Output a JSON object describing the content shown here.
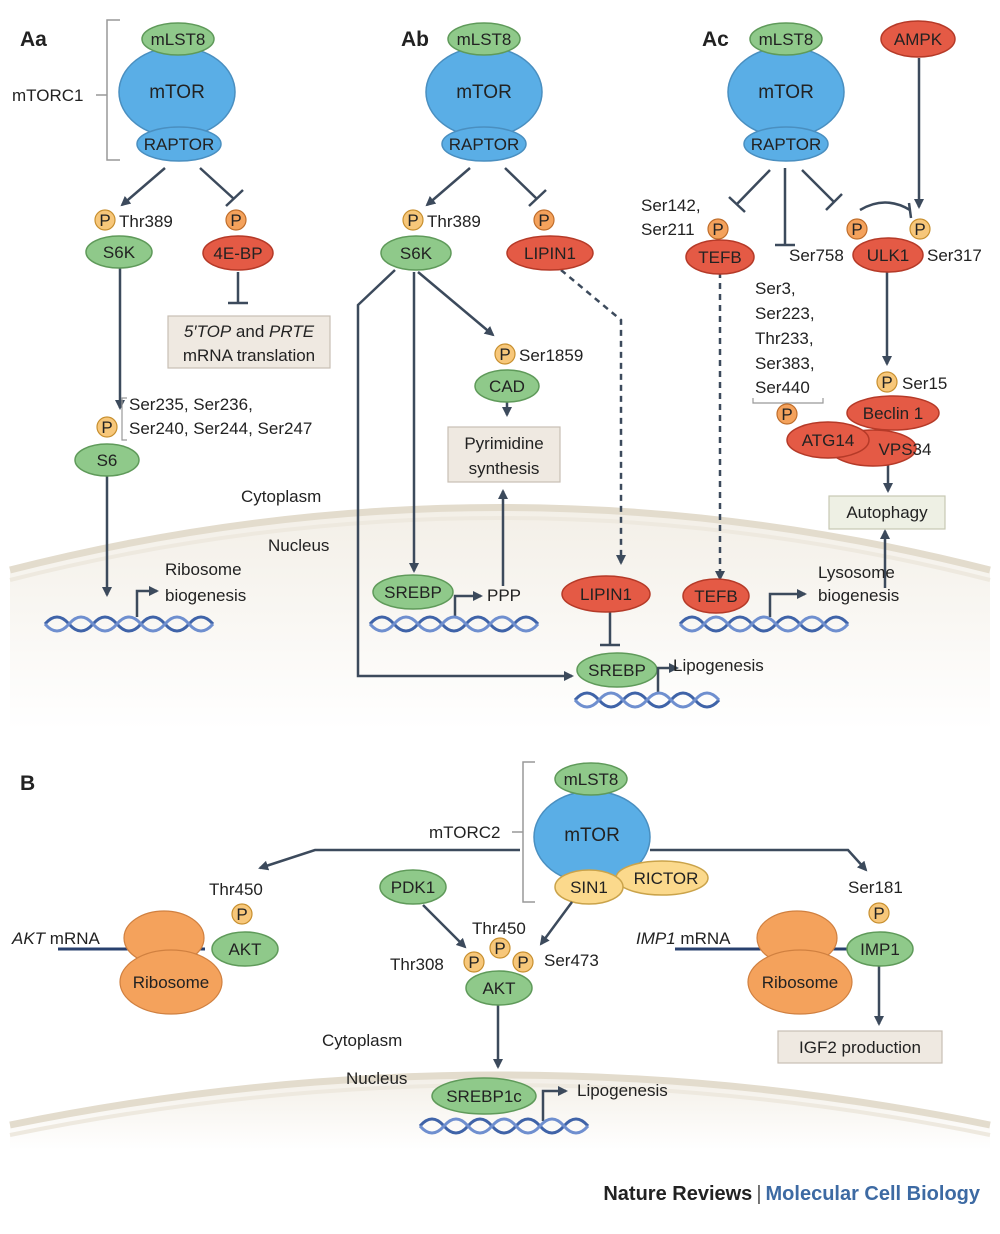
{
  "colors": {
    "mtor": "#5aaee6",
    "mlst8": "#8fc98a",
    "raptor": "#5aaee6",
    "red_node": "#e45a45",
    "green_node": "#8fc98a",
    "phospho": "#f7c77a",
    "sin1": "#fbd98c",
    "ribosome": "#f4a25c",
    "membrane": "#ece6da",
    "dna": "#3f63a8",
    "box": "#efe9e1",
    "footer_journal": "#222222",
    "footer_section": "#3d6aa3"
  },
  "panels": {
    "Aa": "Aa",
    "Ab": "Ab",
    "Ac": "Ac",
    "B": "B"
  },
  "complex": {
    "mtorc1": "mTORC1",
    "mtorc2": "mTORC2",
    "mlst8": "mLST8",
    "mtor": "mTOR",
    "raptor": "RAPTOR",
    "sin1": "SIN1",
    "rictor": "RICTOR"
  },
  "p": "P",
  "aa": {
    "thr389": "Thr389",
    "s6k": "S6K",
    "four_ebp": "4E-BP",
    "top_italic": "5′TOP",
    "and_word": " and ",
    "prte_italic": "PRTE",
    "mrna_translation": "mRNA translation",
    "s6_sites_line1": "Ser235, Ser236,",
    "s6_sites_line2": "Ser240, Ser244, Ser247",
    "s6": "S6",
    "cytoplasm": "Cytoplasm",
    "nucleus": "Nucleus",
    "ribosome": "Ribosome",
    "biogenesis": "biogenesis"
  },
  "ab": {
    "thr389": "Thr389",
    "s6k": "S6K",
    "lipin1": "LIPIN1",
    "ser1859": "Ser1859",
    "cad": "CAD",
    "pyrimidine": "Pyrimidine",
    "synthesis": "synthesis",
    "srebp": "SREBP",
    "ppp": "PPP",
    "lipin1_nuc": "LIPIN1",
    "srebp2": "SREBP",
    "lipogenesis": "Lipogenesis"
  },
  "ac": {
    "ampk": "AMPK",
    "tefb_sites_1": "Ser142,",
    "tefb_sites_2": "Ser211",
    "tefb": "TEFB",
    "ser758": "Ser758",
    "ulk1": "ULK1",
    "ser317": "Ser317",
    "atg_sites": [
      "Ser3,",
      "Ser223,",
      "Thr233,",
      "Ser383,",
      "Ser440"
    ],
    "ser15": "Ser15",
    "beclin1": "Beclin 1",
    "atg14": "ATG14",
    "vps34": "VPS34",
    "autophagy": "Autophagy",
    "tefb_nuc": "TEFB",
    "lysosome": "Lysosome",
    "biogenesis": "biogenesis"
  },
  "b": {
    "thr450_left": "Thr450",
    "akt_mrna_italic": "AKT",
    "mrna_word": " mRNA",
    "akt_left": "AKT",
    "ribosome": "Ribosome",
    "pdk1": "PDK1",
    "thr450_mid": "Thr450",
    "thr308": "Thr308",
    "ser473": "Ser473",
    "akt_mid": "AKT",
    "ser181": "Ser181",
    "imp1_mrna_italic": "IMP1",
    "imp1": "IMP1",
    "ribosome_right": "Ribosome",
    "igf2": "IGF2 production",
    "cytoplasm": "Cytoplasm",
    "nucleus": "Nucleus",
    "srebp1c": "SREBP1c",
    "lipogenesis": "Lipogenesis"
  },
  "footer": {
    "journal": "Nature Reviews",
    "separator": "|",
    "section": "Molecular Cell Biology"
  }
}
